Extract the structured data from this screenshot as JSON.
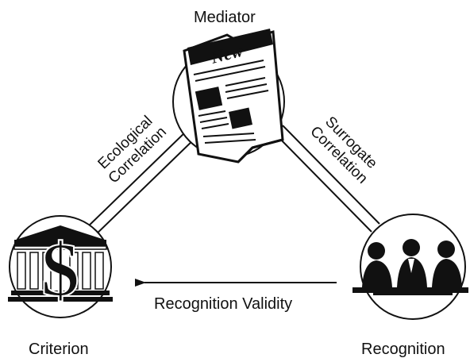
{
  "nodes": {
    "mediator": {
      "label": "Mediator",
      "icon": "newspaper-icon",
      "masthead": "New"
    },
    "criterion": {
      "label": "Criterion",
      "icon": "bank-dollar-icon",
      "symbol": "$"
    },
    "recognition": {
      "label": "Recognition",
      "icon": "meeting-people-icon"
    }
  },
  "edges": {
    "ecological": {
      "line1": "Ecological",
      "line2": "Correlation"
    },
    "surrogate": {
      "line1": "Surrogate",
      "line2": "Correlation"
    },
    "validity": {
      "label": "Recognition Validity"
    }
  },
  "colors": {
    "ink": "#111111",
    "background": "#ffffff"
  }
}
